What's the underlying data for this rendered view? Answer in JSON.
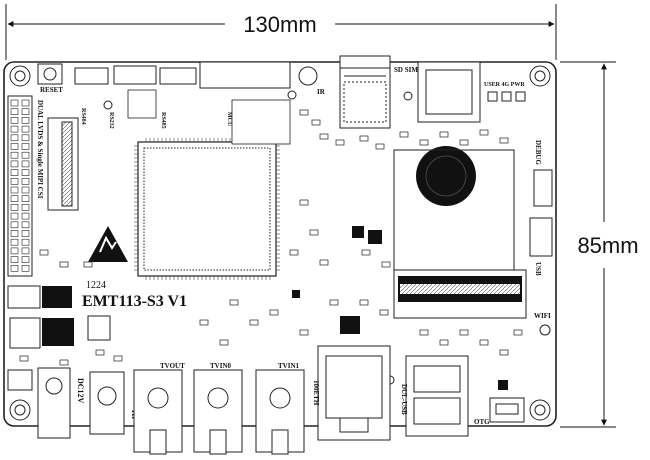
{
  "dimensions": {
    "width": "130mm",
    "height": "85mm"
  },
  "board": {
    "model": "EMT113-S3 V1",
    "code": "1224",
    "labels": {
      "reset": "RESET",
      "sd_sim": "SD SIM",
      "ir": "IR",
      "user_4g_pwr": "USER 4G PWR",
      "debug": "DEBUG",
      "usb": "USB",
      "wifi": "WIFI",
      "rs232": "RS232",
      "rs485": "RS485",
      "rs484": "RS484",
      "mcu": "MCU",
      "dual_lvds": "DUAL LVDS & Single MIPI CSI",
      "tvout": "TVOUT",
      "tvin0": "TVIN0",
      "tvin1": "TVIN1",
      "dc12v": "DC12V",
      "hp": "HP",
      "eth": "100ETH",
      "dul_usb": "DUL-USB",
      "otg": "OTG"
    }
  },
  "colors": {
    "ink": "#111111",
    "board_outline": "#222222",
    "chip_fill": "#2b2b2b"
  }
}
